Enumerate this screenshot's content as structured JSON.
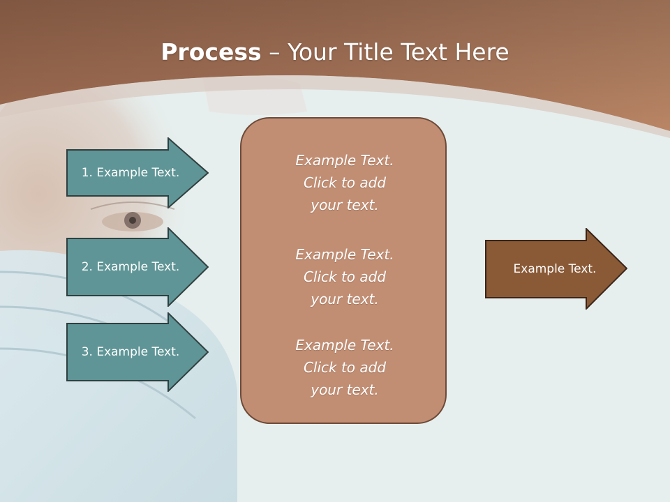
{
  "slide": {
    "title_bold": "Process",
    "title_rest": " – Your Title Text Here"
  },
  "left_arrows": [
    {
      "label": "1. Example Text."
    },
    {
      "label": "2. Example Text."
    },
    {
      "label": "3. Example Text."
    }
  ],
  "center_box": {
    "blocks": [
      "Example Text.\nClick  to add\nyour text.",
      "Example Text.\nClick  to add\nyour text.",
      "Example Text.\nClick  to add\nyour text."
    ]
  },
  "right_arrow": {
    "label": "Example Text."
  },
  "colors": {
    "header_brown": "#b07c60",
    "teal_arrow": "#5f9596",
    "center_box": "#c28e73",
    "right_arrow": "#8a5a37"
  }
}
